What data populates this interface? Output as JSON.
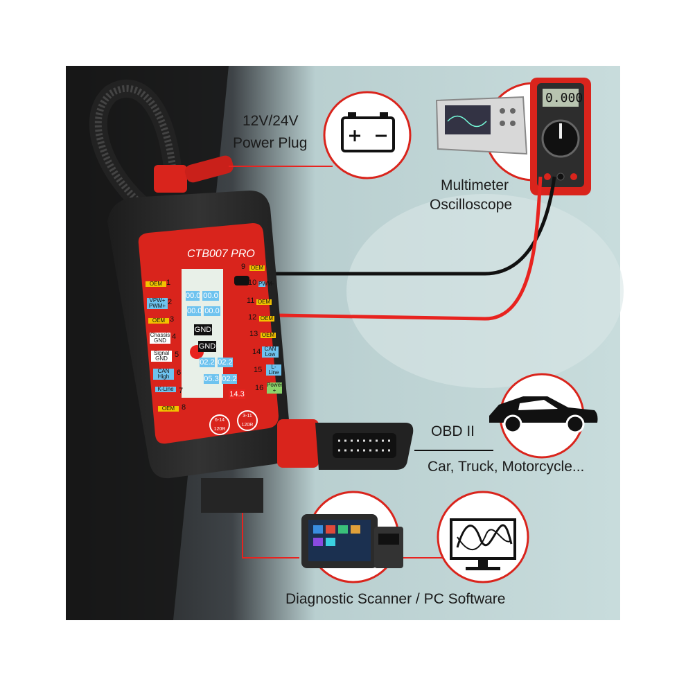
{
  "device": {
    "brand": "CTB007 PRO",
    "left_pins": [
      {
        "num": "1",
        "label": "OEM"
      },
      {
        "num": "2",
        "label": "VPW+ PWM+"
      },
      {
        "num": "3",
        "label": "OEM"
      },
      {
        "num": "4",
        "label": "Chassis GND"
      },
      {
        "num": "5",
        "label": "Signal GND"
      },
      {
        "num": "6",
        "label": "CAN High"
      },
      {
        "num": "7",
        "label": "K-Line"
      },
      {
        "num": "8",
        "label": "OEM"
      }
    ],
    "right_pins": [
      {
        "num": "9",
        "label": "OEM"
      },
      {
        "num": "10",
        "label": "PWM-"
      },
      {
        "num": "11",
        "label": "OEM"
      },
      {
        "num": "12",
        "label": "OEM"
      },
      {
        "num": "13",
        "label": "OEM"
      },
      {
        "num": "14",
        "label": "CAN Low"
      },
      {
        "num": "15",
        "label": "L-Line"
      },
      {
        "num": "16",
        "label": "Power +"
      }
    ],
    "display_cells": [
      "00.0",
      "00.0",
      "00.0",
      "00.0",
      "GND",
      "GND",
      "02.2",
      "02.2",
      "05.3",
      "02.2",
      "14.3"
    ],
    "resistor_left": "6-14 120R",
    "resistor_right": "3-11 120R"
  },
  "labels": {
    "power_line1": "12V/24V",
    "power_line2": "Power Plug",
    "meter_line1": "Multimeter",
    "meter_line2": "Oscilloscope",
    "meter_readout": "0.000",
    "obd": "OBD II",
    "vehicles": "Car, Truck, Motorcycle...",
    "bottom": "Diagnostic Scanner / PC Software"
  },
  "colors": {
    "accent_red": "#e8231f",
    "device_body": "#2a2a2a",
    "panel_red": "#d9241c"
  }
}
